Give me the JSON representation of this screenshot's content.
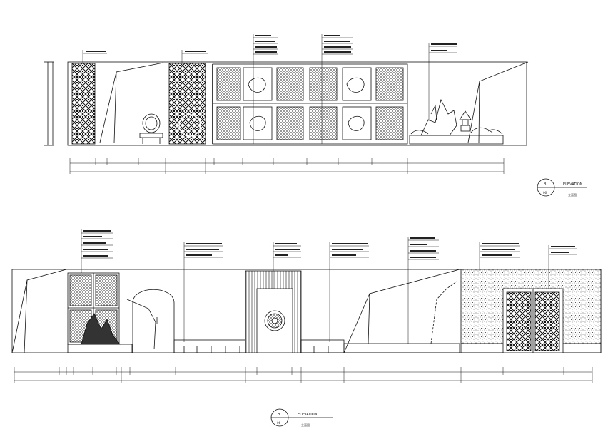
{
  "elevation_top": {
    "tag_letter": "B",
    "tag_number": "06",
    "title": "ELEVATION",
    "subtitle": "立面图"
  },
  "elevation_bottom": {
    "tag_letter": "B",
    "tag_number": "06",
    "title": "ELEVATION",
    "subtitle": "立面图"
  }
}
